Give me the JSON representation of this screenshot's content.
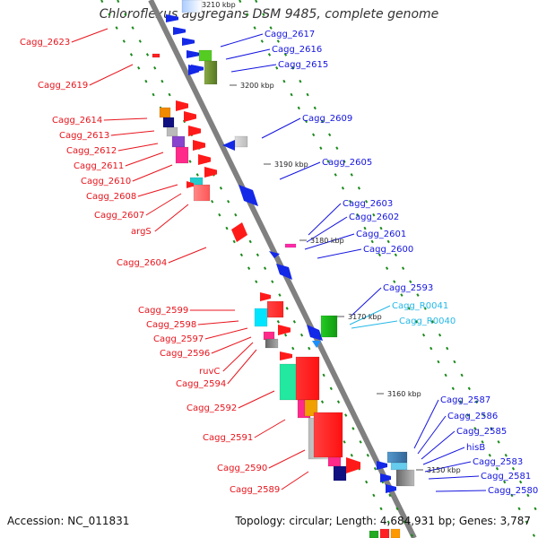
{
  "title": "Chloroflexus aggregans DSM 9485, complete genome",
  "footer": {
    "accession": "Accession: NC_011831",
    "summary": "Topology: circular; Length: 4,684,931 bp; Genes: 3,787"
  },
  "colors": {
    "left_label": "#e8141c",
    "right_label": "#1414e0",
    "rna_label": "#24b8e8",
    "backbone": "#808080",
    "dash_track": "#1a8a1a"
  },
  "tick_labels": [
    "3210 kbp",
    "3200 kbp",
    "3190 kbp",
    "3180 kbp",
    "3170 kbp",
    "3160 kbp",
    "3150 kbp"
  ],
  "left_genes": [
    "Cagg_2623",
    "Cagg_2619",
    "Cagg_2614",
    "Cagg_2613",
    "Cagg_2612",
    "Cagg_2611",
    "Cagg_2610",
    "Cagg_2608",
    "Cagg_2607",
    "argS",
    "Cagg_2604",
    "Cagg_2599",
    "Cagg_2598",
    "Cagg_2597",
    "Cagg_2596",
    "ruvC",
    "Cagg_2594",
    "Cagg_2592",
    "Cagg_2591",
    "Cagg_2590",
    "Cagg_2589"
  ],
  "right_genes": [
    "Cagg_2617",
    "Cagg_2616",
    "Cagg_2615",
    "Cagg_2609",
    "Cagg_2605",
    "Cagg_2603",
    "Cagg_2602",
    "Cagg_2601",
    "Cagg_2600",
    "Cagg_2593",
    "Cagg_R0041",
    "Cagg_R0040",
    "Cagg_2587",
    "Cagg_2586",
    "Cagg_2585",
    "hisB",
    "Cagg_2583",
    "Cagg_2581",
    "Cagg_2580"
  ]
}
